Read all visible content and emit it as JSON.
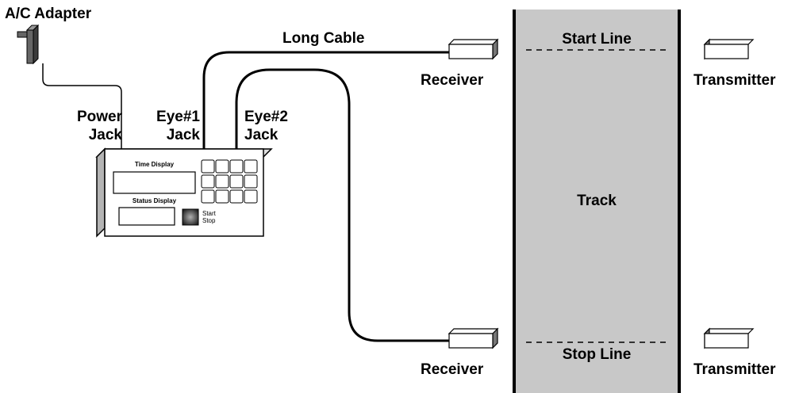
{
  "labels": {
    "ac_adapter": "A/C Adapter",
    "long_cable": "Long Cable",
    "power_jack": [
      "Power",
      "Jack"
    ],
    "eye1_jack": [
      "Eye#1",
      "Jack"
    ],
    "eye2_jack": [
      "Eye#2",
      "Jack"
    ],
    "receiver_top": "Receiver",
    "receiver_bottom": "Receiver",
    "transmitter_top": "Transmitter",
    "transmitter_bottom": "Transmitter",
    "start_line": "Start Line",
    "stop_line": "Stop Line",
    "track": "Track"
  },
  "timer_unit": {
    "time_display": "Time Display",
    "status_display": "Status Display",
    "start_stop": [
      "Start",
      "Stop"
    ]
  },
  "colors": {
    "track_fill": "#c8c8c8",
    "stroke": "#000000",
    "unit_side": "#b4b4b4"
  }
}
